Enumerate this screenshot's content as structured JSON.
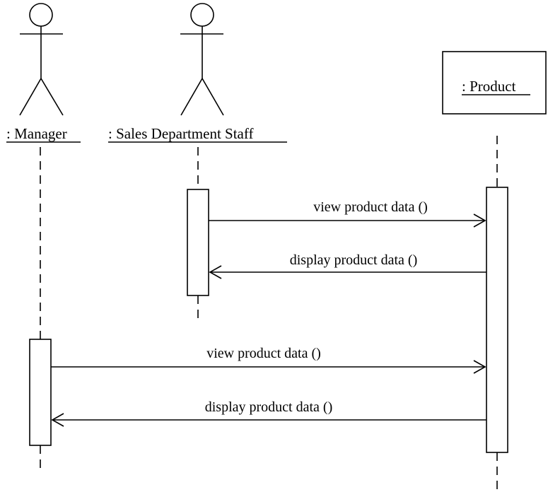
{
  "participants": {
    "manager": {
      "label": ": Manager",
      "kind": "actor"
    },
    "staff": {
      "label": ": Sales Department Staff",
      "kind": "actor"
    },
    "product": {
      "label": ": Product",
      "kind": "object"
    }
  },
  "messages": [
    {
      "from": "staff",
      "to": "product",
      "label": "view product data ()"
    },
    {
      "from": "product",
      "to": "staff",
      "label": "display product data ()"
    },
    {
      "from": "manager",
      "to": "product",
      "label": "view product data ()"
    },
    {
      "from": "product",
      "to": "manager",
      "label": "display product data ()"
    }
  ],
  "colors": {
    "line": "#000000",
    "background": "#ffffff"
  }
}
